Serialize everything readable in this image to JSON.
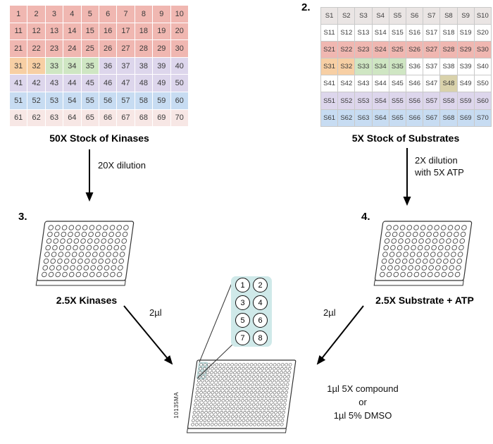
{
  "palette": {
    "pink": "#f0b7b1",
    "peach": "#f7cfa4",
    "green": "#cfe6c3",
    "lavender": "#ddd6ec",
    "blue": "#c7dcf2",
    "lightpink": "#f7e7e5",
    "white": "#ffffff",
    "gray": "#eae5e4",
    "tan": "#d9d2ab",
    "cyan": "#cfe9e9"
  },
  "steps": {
    "step2": "2.",
    "step3": "3.",
    "step4": "4."
  },
  "kinase_grid": {
    "title": "50X Stock of Kinases",
    "rows": [
      [
        [
          "1",
          "pink"
        ],
        [
          "2",
          "pink"
        ],
        [
          "3",
          "pink"
        ],
        [
          "4",
          "pink"
        ],
        [
          "5",
          "pink"
        ],
        [
          "6",
          "pink"
        ],
        [
          "7",
          "pink"
        ],
        [
          "8",
          "pink"
        ],
        [
          "9",
          "pink"
        ],
        [
          "10",
          "pink"
        ]
      ],
      [
        [
          "11",
          "pink"
        ],
        [
          "12",
          "pink"
        ],
        [
          "13",
          "pink"
        ],
        [
          "14",
          "pink"
        ],
        [
          "15",
          "pink"
        ],
        [
          "16",
          "pink"
        ],
        [
          "17",
          "pink"
        ],
        [
          "18",
          "pink"
        ],
        [
          "19",
          "pink"
        ],
        [
          "20",
          "pink"
        ]
      ],
      [
        [
          "21",
          "pink"
        ],
        [
          "22",
          "pink"
        ],
        [
          "23",
          "pink"
        ],
        [
          "24",
          "pink"
        ],
        [
          "25",
          "pink"
        ],
        [
          "26",
          "pink"
        ],
        [
          "27",
          "pink"
        ],
        [
          "28",
          "pink"
        ],
        [
          "29",
          "pink"
        ],
        [
          "30",
          "pink"
        ]
      ],
      [
        [
          "31",
          "peach"
        ],
        [
          "32",
          "peach"
        ],
        [
          "33",
          "green"
        ],
        [
          "34",
          "green"
        ],
        [
          "35",
          "green"
        ],
        [
          "36",
          "lavender"
        ],
        [
          "37",
          "lavender"
        ],
        [
          "38",
          "lavender"
        ],
        [
          "39",
          "lavender"
        ],
        [
          "40",
          "lavender"
        ]
      ],
      [
        [
          "41",
          "lavender"
        ],
        [
          "42",
          "lavender"
        ],
        [
          "43",
          "lavender"
        ],
        [
          "44",
          "lavender"
        ],
        [
          "45",
          "lavender"
        ],
        [
          "46",
          "lavender"
        ],
        [
          "47",
          "lavender"
        ],
        [
          "48",
          "lavender"
        ],
        [
          "49",
          "lavender"
        ],
        [
          "50",
          "lavender"
        ]
      ],
      [
        [
          "51",
          "blue"
        ],
        [
          "52",
          "blue"
        ],
        [
          "53",
          "blue"
        ],
        [
          "54",
          "blue"
        ],
        [
          "55",
          "blue"
        ],
        [
          "56",
          "blue"
        ],
        [
          "57",
          "blue"
        ],
        [
          "58",
          "blue"
        ],
        [
          "59",
          "blue"
        ],
        [
          "60",
          "blue"
        ]
      ],
      [
        [
          "61",
          "lightpink"
        ],
        [
          "62",
          "lightpink"
        ],
        [
          "63",
          "lightpink"
        ],
        [
          "64",
          "lightpink"
        ],
        [
          "65",
          "lightpink"
        ],
        [
          "66",
          "lightpink"
        ],
        [
          "67",
          "lightpink"
        ],
        [
          "68",
          "lightpink"
        ],
        [
          "69",
          "lightpink"
        ],
        [
          "70",
          "lightpink"
        ]
      ]
    ]
  },
  "substrate_grid": {
    "title": "5X Stock of Substrates",
    "rows": [
      [
        [
          "S1",
          "gray"
        ],
        [
          "S2",
          "gray"
        ],
        [
          "S3",
          "gray"
        ],
        [
          "S4",
          "gray"
        ],
        [
          "S5",
          "gray"
        ],
        [
          "S6",
          "gray"
        ],
        [
          "S7",
          "gray"
        ],
        [
          "S8",
          "gray"
        ],
        [
          "S9",
          "gray"
        ],
        [
          "S10",
          "gray"
        ]
      ],
      [
        [
          "S11",
          "white"
        ],
        [
          "S12",
          "white"
        ],
        [
          "S13",
          "white"
        ],
        [
          "S14",
          "white"
        ],
        [
          "S15",
          "white"
        ],
        [
          "S16",
          "white"
        ],
        [
          "S17",
          "white"
        ],
        [
          "S18",
          "white"
        ],
        [
          "S19",
          "white"
        ],
        [
          "S20",
          "white"
        ]
      ],
      [
        [
          "S21",
          "pink"
        ],
        [
          "S22",
          "pink"
        ],
        [
          "S23",
          "pink"
        ],
        [
          "S24",
          "pink"
        ],
        [
          "S25",
          "pink"
        ],
        [
          "S26",
          "pink"
        ],
        [
          "S27",
          "pink"
        ],
        [
          "S28",
          "pink"
        ],
        [
          "S29",
          "pink"
        ],
        [
          "S30",
          "pink"
        ]
      ],
      [
        [
          "S31",
          "peach"
        ],
        [
          "S32",
          "peach"
        ],
        [
          "S33",
          "green"
        ],
        [
          "S34",
          "green"
        ],
        [
          "S35",
          "green"
        ],
        [
          "S36",
          "white"
        ],
        [
          "S37",
          "white"
        ],
        [
          "S38",
          "white"
        ],
        [
          "S39",
          "white"
        ],
        [
          "S40",
          "white"
        ]
      ],
      [
        [
          "S41",
          "white"
        ],
        [
          "S42",
          "white"
        ],
        [
          "S43",
          "white"
        ],
        [
          "S44",
          "white"
        ],
        [
          "S45",
          "white"
        ],
        [
          "S46",
          "white"
        ],
        [
          "S47",
          "white"
        ],
        [
          "S48",
          "tan"
        ],
        [
          "S49",
          "white"
        ],
        [
          "S50",
          "white"
        ]
      ],
      [
        [
          "S51",
          "lavender"
        ],
        [
          "S52",
          "lavender"
        ],
        [
          "S53",
          "lavender"
        ],
        [
          "S54",
          "lavender"
        ],
        [
          "S55",
          "lavender"
        ],
        [
          "S56",
          "lavender"
        ],
        [
          "S57",
          "lavender"
        ],
        [
          "S58",
          "lavender"
        ],
        [
          "S59",
          "lavender"
        ],
        [
          "S60",
          "lavender"
        ]
      ],
      [
        [
          "S61",
          "blue"
        ],
        [
          "S62",
          "blue"
        ],
        [
          "S63",
          "blue"
        ],
        [
          "S64",
          "blue"
        ],
        [
          "S65",
          "blue"
        ],
        [
          "S66",
          "blue"
        ],
        [
          "S67",
          "blue"
        ],
        [
          "S68",
          "blue"
        ],
        [
          "S69",
          "blue"
        ],
        [
          "S70",
          "blue"
        ]
      ]
    ]
  },
  "arrows": {
    "kinase_dilution": "20X dilution",
    "substrate_dilution_line1": "2X dilution",
    "substrate_dilution_line2": "with 5X ATP",
    "kinase_volume": "2µl",
    "substrate_volume": "2µl"
  },
  "plates": {
    "kinase_plate": {
      "label": "2.5X Kinases",
      "rows": 8,
      "cols": 12
    },
    "substrate_plate": {
      "label": "2.5X Substrate + ATP",
      "rows": 8,
      "cols": 12
    },
    "assay_plate": {
      "rows": 16,
      "cols": 24,
      "side_text": "10135MA"
    }
  },
  "inset": {
    "wells": [
      "1",
      "2",
      "3",
      "4",
      "5",
      "6",
      "7",
      "8"
    ]
  },
  "compound": {
    "line1": "1µl 5X compound",
    "line2": "or",
    "line3": "1µl 5% DMSO"
  }
}
